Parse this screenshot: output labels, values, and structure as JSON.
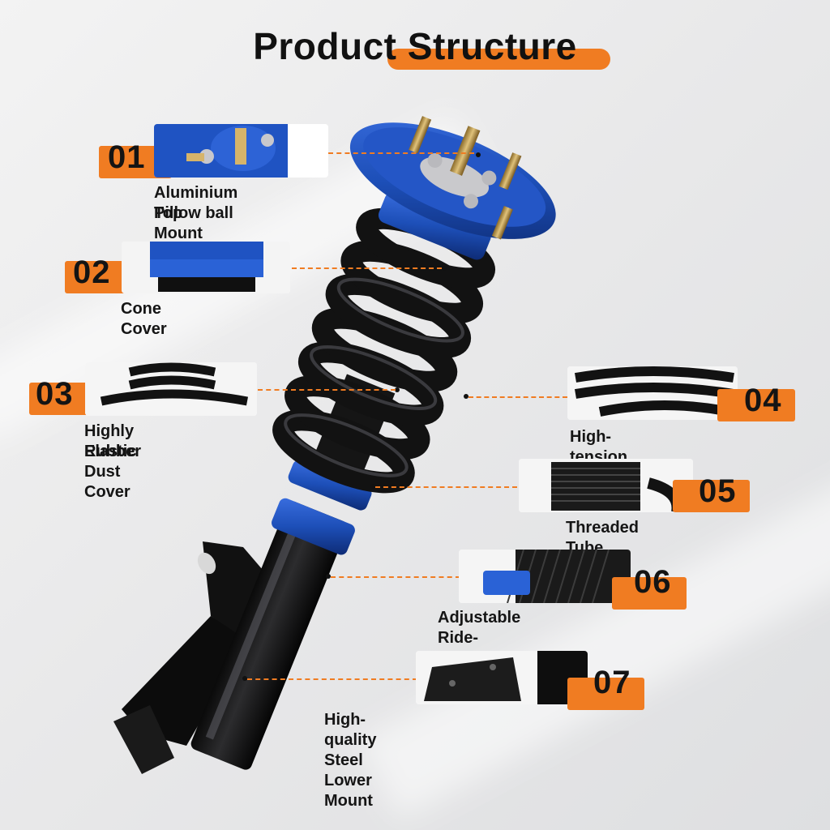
{
  "title": {
    "part1": "Product",
    "part2": "Structure"
  },
  "accent_color": "#f07c22",
  "part_color": "#1d4fb8",
  "callouts": [
    {
      "number": "01",
      "label_line1": "Aluminium Pillow ball",
      "label_line2": "Top Mount",
      "thumbnail": "top-mount-icon"
    },
    {
      "number": "02",
      "label_line1": "Cone Cover",
      "label_line2": "",
      "thumbnail": "cone-cover-icon"
    },
    {
      "number": "03",
      "label_line1": "Highly Elastic",
      "label_line2": "Rubber Dust Cover",
      "thumbnail": "dust-cover-icon"
    },
    {
      "number": "04",
      "label_line1": "High-tension Spring",
      "label_line2": "",
      "thumbnail": "spring-icon"
    },
    {
      "number": "05",
      "label_line1": "Threaded Tube",
      "label_line2": "",
      "thumbnail": "threaded-tube-icon"
    },
    {
      "number": "06",
      "label_line1": "Adjustable Ride-height",
      "label_line2": "",
      "thumbnail": "ride-height-icon"
    },
    {
      "number": "07",
      "label_line1": "High-quality Steel Lower Mount",
      "label_line2": "",
      "thumbnail": "lower-mount-icon"
    }
  ]
}
